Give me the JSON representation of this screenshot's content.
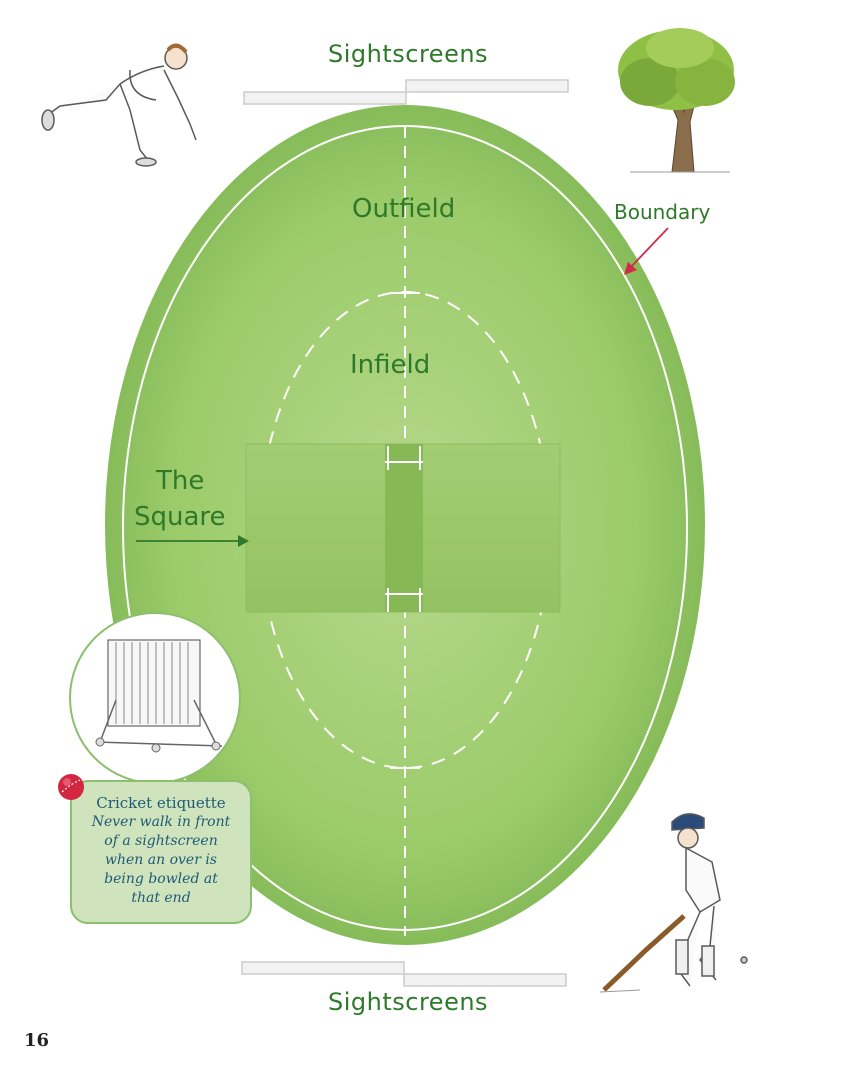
{
  "labels": {
    "sightscreens_top": "Sightscreens",
    "sightscreens_bottom": "Sightscreens",
    "outfield": "Outfield",
    "infield": "Infield",
    "boundary": "Boundary",
    "square_line1": "The",
    "square_line2": "Square"
  },
  "etiquette": {
    "title": "Cricket etiquette",
    "line1": "Never walk in front",
    "line2": "of a sightscreen",
    "line3": "when an over is",
    "line4": "being bowled at",
    "line5": "that end"
  },
  "page_number": "16",
  "colors": {
    "field_green": "#9ccb6a",
    "field_dark": "#7db552",
    "square_green": "#a9d07a",
    "label_green": "#2f7a2a",
    "arrow_red": "#d12a4a",
    "box_fill": "#cfe3bd",
    "box_border": "#8cbf6e",
    "box_text": "#1f5b76"
  },
  "icons": [
    "bowler-illustration",
    "tree-illustration",
    "batsman-illustration",
    "sightscreen-illustration",
    "cricket-ball-icon"
  ]
}
